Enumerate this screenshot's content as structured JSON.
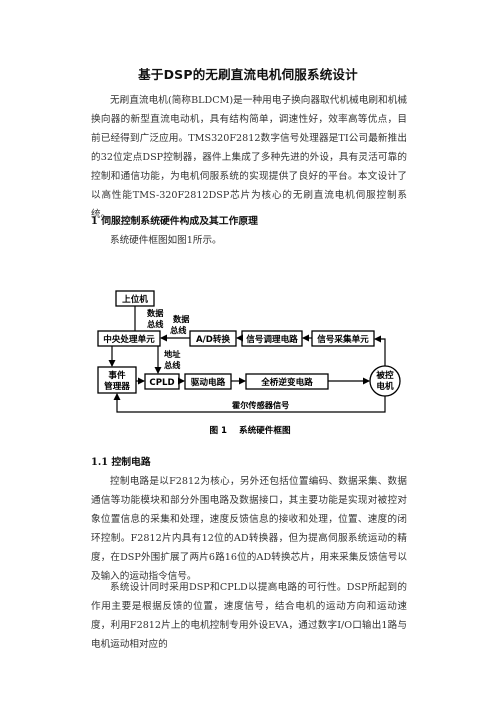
{
  "title": "基于DSP的无刷直流电机伺服系统设计",
  "intro": "无刷直流电机(简称BLDCM)是一种用电子换向器取代机械电刷和机械换向器的新型直流电动机，具有结构简单，调速性好，效率高等优点，目前已经得到广泛应用。TMS320F2812数字信号处理器是TI公司最新推出的32位定点DSP控制器，器件上集成了多种先进的外设，具有灵活可靠的控制和通信功能，为电机伺服系统的实现提供了良好的平台。本文设计了以高性能TMS-320F2812DSP芯片为核心的无刷直流电机伺服控制系统。",
  "section1": {
    "heading": "1  伺服控制系统硬件构成及其工作原理",
    "text": "系统硬件框图如图1所示。"
  },
  "figure": {
    "caption": "图 1    系统硬件框图",
    "blocks": {
      "host": "上位机",
      "cpu": "中央处理单元",
      "ad": "A/D转换",
      "cond": "信号调理电路",
      "acq": "信号采集单元",
      "event_l1": "事件",
      "event_l2": "管理器",
      "cpld": "CPLD",
      "drive": "驱动电路",
      "inverter": "全桥逆变电路",
      "motor_l1": "被控",
      "motor_l2": "电机"
    },
    "labels": {
      "data_bus1_l1": "数据",
      "data_bus1_l2": "总线",
      "data_bus2_l1": "数据",
      "data_bus2_l2": "总线",
      "addr_bus_l1": "地址",
      "addr_bus_l2": "总线",
      "hall": "霍尔传感器信号"
    }
  },
  "section2": {
    "heading": "1.1  控制电路",
    "p1": "控制电路是以F2812为核心，另外还包括位置编码、数据采集、数据通信等功能模块和部分外围电路及数据接口，其主要功能是实现对被控对象位置信息的采集和处理，速度反馈信息的接收和处理，位置、速度的闭环控制。F2812片内具有12位的AD转换器，但为提高伺服系统运动的精度，在DSP外围扩展了两片6路16位的AD转换芯片，用来采集反馈信号以及输入的运动指令信号。",
    "p2": "系统设计同时采用DSP和CPLD以提高电路的可行性。DSP所起到的作用主要是根据反馈的位置，速度信号，结合电机的运动方向和运动速度，利用F2812片上的电机控制专用外设EVA，通过数字I/O口输出1路与电机运动相对应的"
  }
}
